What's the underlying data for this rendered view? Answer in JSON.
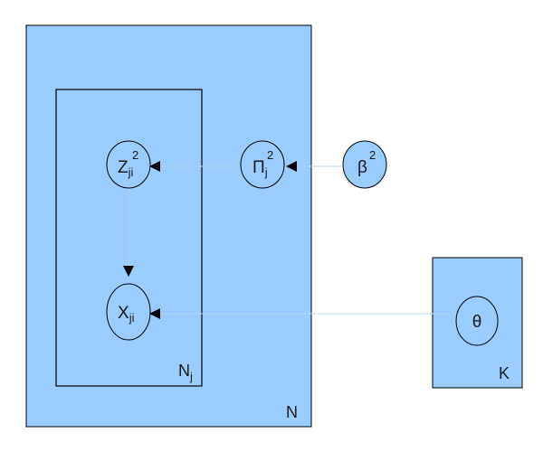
{
  "colors": {
    "fill": "#99ccff",
    "stroke": "#000000",
    "edge": "#b3d4ee",
    "text": "#1a1a1a"
  },
  "plates": {
    "outer": {
      "label": "N"
    },
    "inner": {
      "label_base": "N",
      "label_sub": "j"
    },
    "k": {
      "label": "K"
    }
  },
  "nodes": {
    "z": {
      "base": "Z",
      "sub": "ji",
      "sup": "2"
    },
    "pi": {
      "base": "Π",
      "sub": "j",
      "sup": "2"
    },
    "beta": {
      "base": "β",
      "sup": "2"
    },
    "x": {
      "base": "X",
      "sub": "ji"
    },
    "theta": {
      "base": "θ"
    }
  },
  "edges": [
    {
      "from": "beta",
      "to": "pi"
    },
    {
      "from": "pi",
      "to": "z"
    },
    {
      "from": "z",
      "to": "x"
    },
    {
      "from": "theta",
      "to": "x"
    }
  ]
}
